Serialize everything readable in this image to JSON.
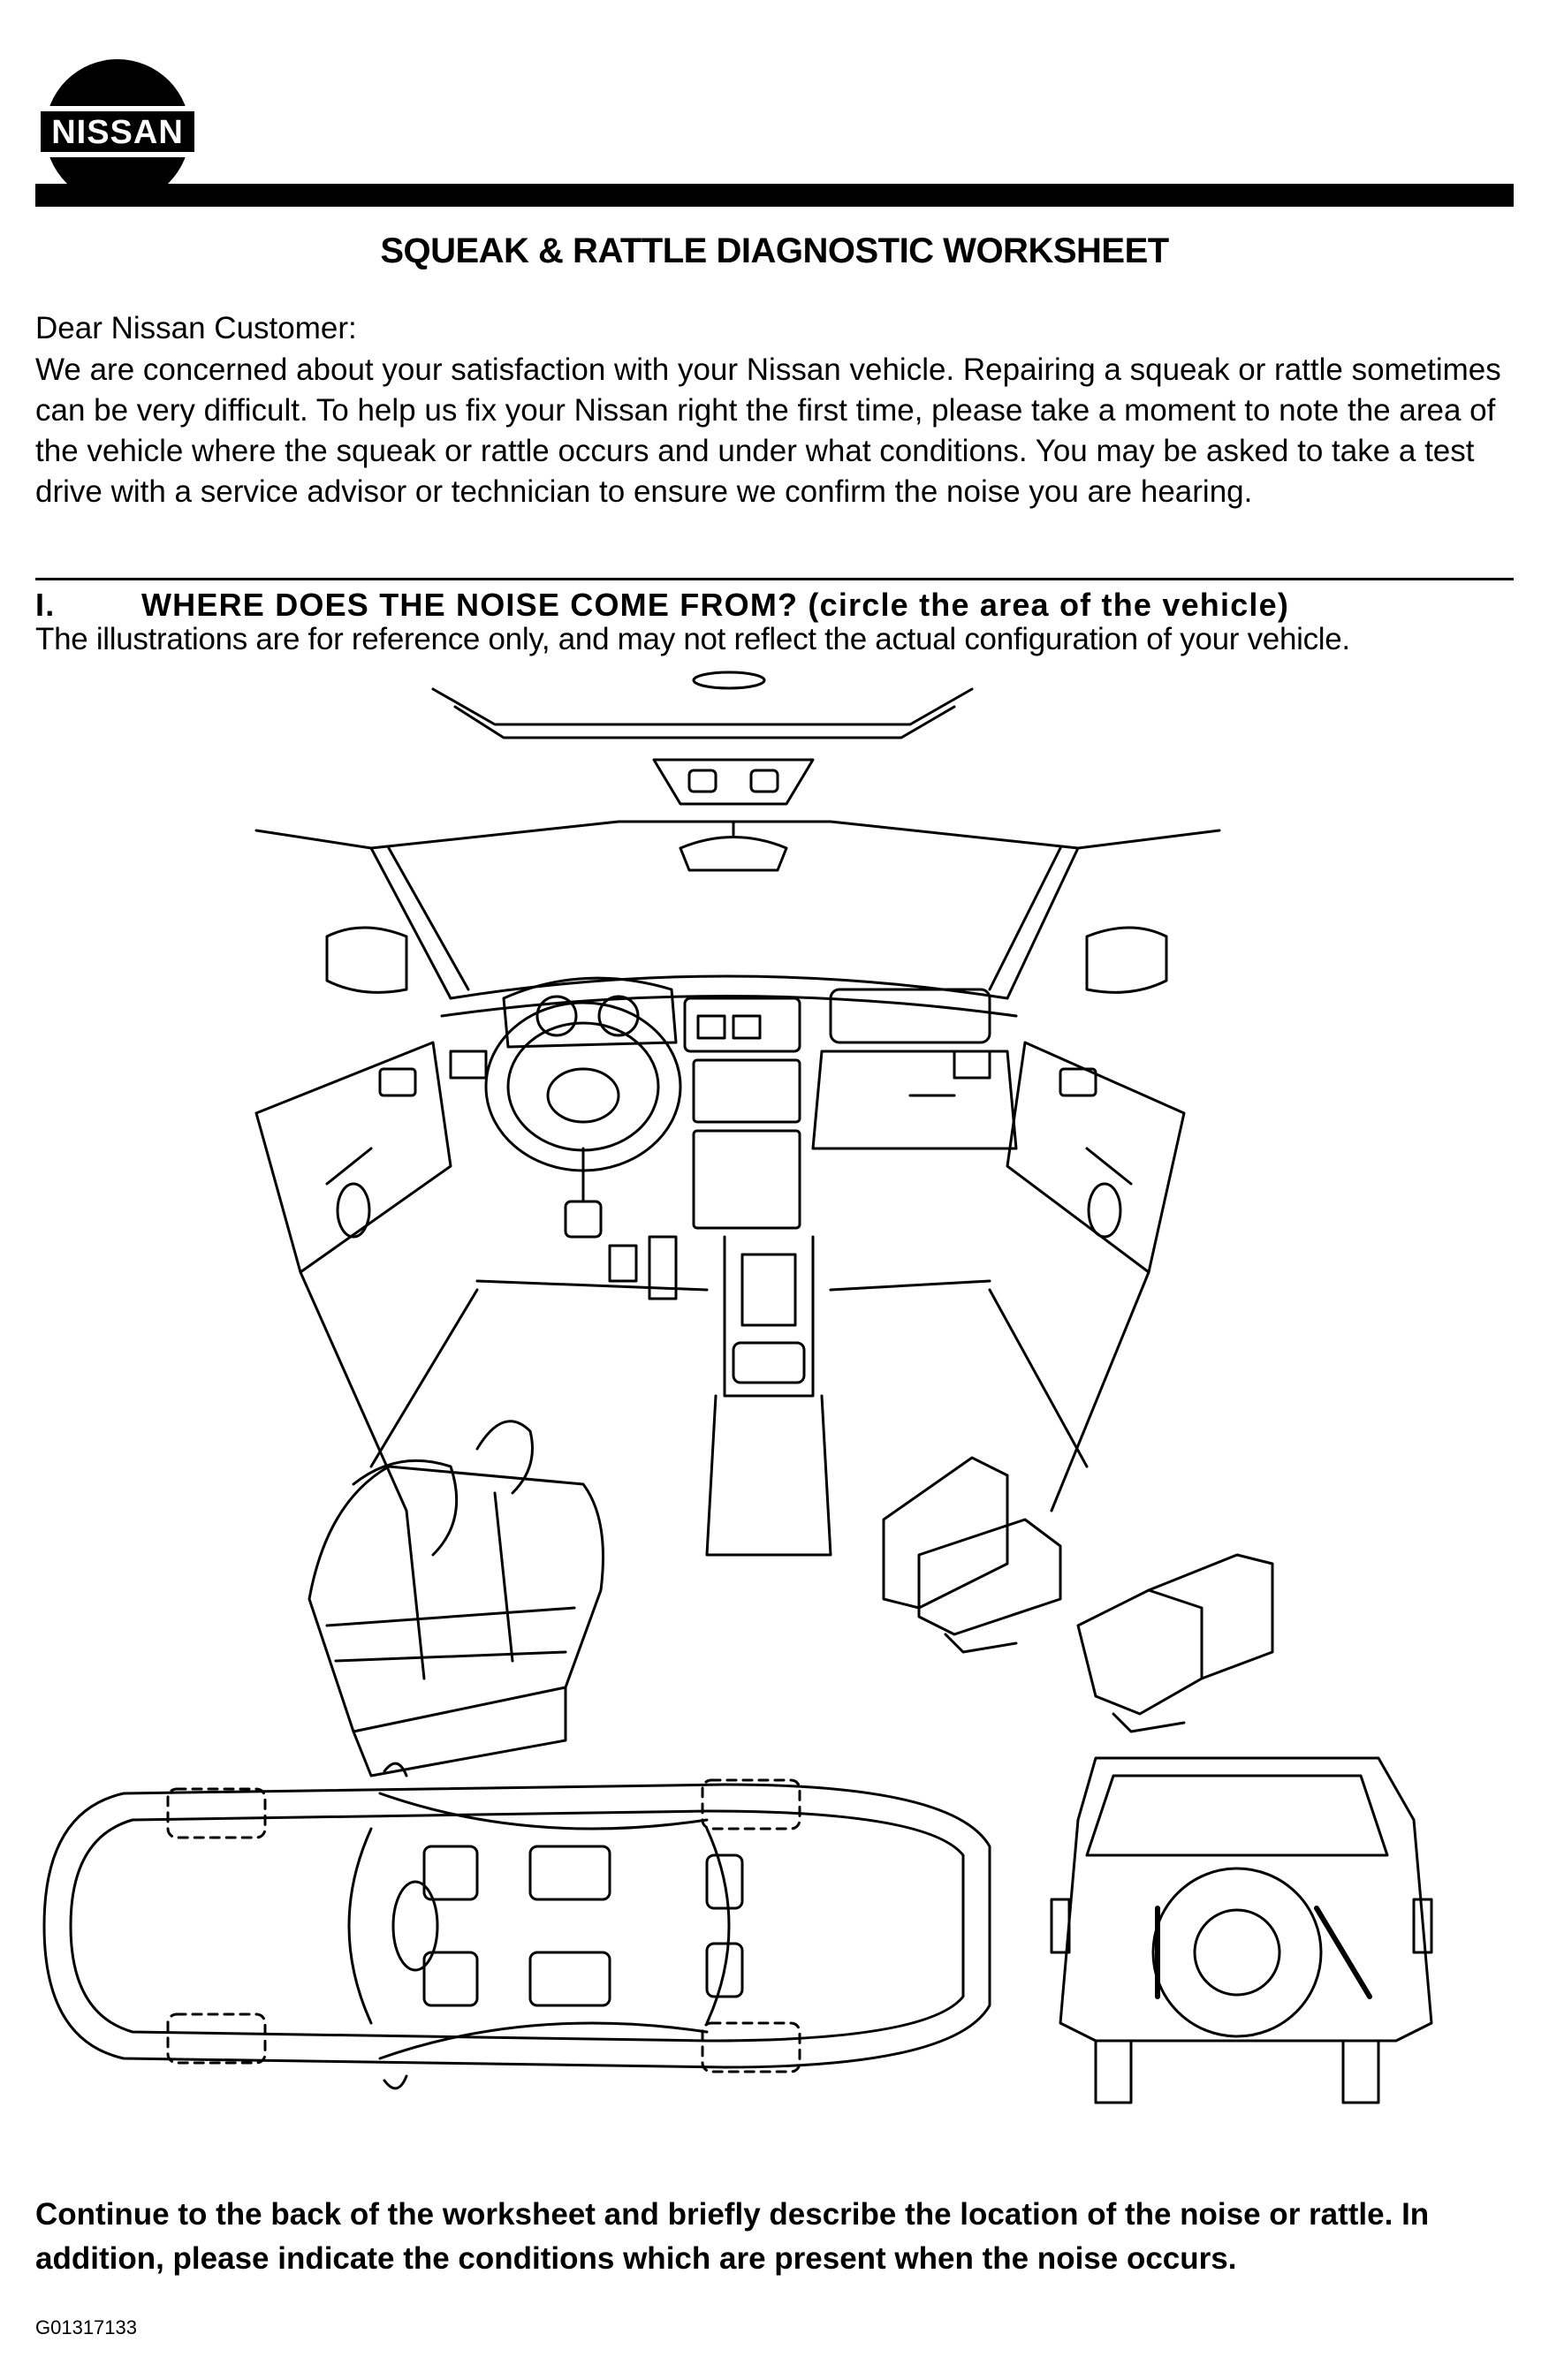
{
  "brand": {
    "logo_text": "NISSAN"
  },
  "header": {
    "title": "SQUEAK & RATTLE DIAGNOSTIC WORKSHEET"
  },
  "intro": {
    "salutation": "Dear Nissan Customer:",
    "body": "We are concerned about your satisfaction with your Nissan vehicle. Repairing a squeak or rattle sometimes can be very difficult. To help us fix your Nissan right the first time, please take a moment to note the area of the vehicle where the squeak or rattle occurs and under what conditions. You may be asked to take a test drive with a service advisor or technician to ensure we confirm the noise you are hearing."
  },
  "section": {
    "number": "I.",
    "heading": "WHERE DOES THE NOISE COME FROM? (circle the area of the vehicle)",
    "note": "The illustrations are for reference only, and may not reflect the actual configuration of your vehicle."
  },
  "illustrations": [
    {
      "icon": "vehicle-interior-dashboard-icon"
    },
    {
      "icon": "rear-seat-icon"
    },
    {
      "icon": "front-seat-icon"
    },
    {
      "icon": "front-seat-icon"
    },
    {
      "icon": "sedan-top-view-icon"
    },
    {
      "icon": "suv-rear-view-icon"
    }
  ],
  "footer": {
    "instructions": "Continue to the back of the worksheet and briefly describe the location of the noise or rattle. In addition, please indicate the conditions which are present when the noise occurs.",
    "code": "G01317133"
  }
}
